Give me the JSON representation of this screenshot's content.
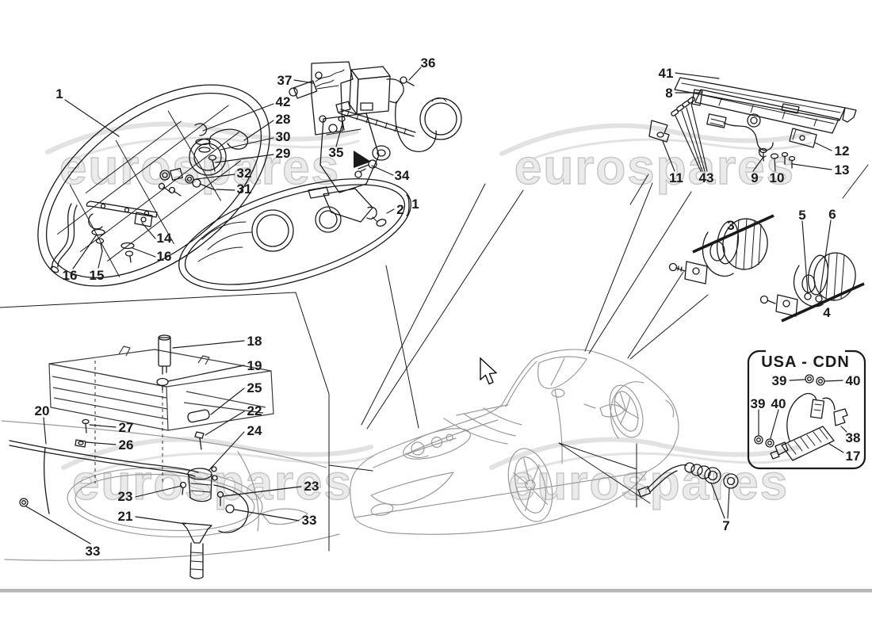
{
  "watermark": {
    "text": "eurospares"
  },
  "usa_cdn": {
    "title": "USA - CDN"
  },
  "colors": {
    "ink": "#1a1a1a",
    "ctx": "#9a9a9a",
    "wmfill": "#ebebeb",
    "wmstroke": "#c8c8c8",
    "wmline": "#e2e2e2",
    "divider": "#b6b6b6"
  },
  "callouts": [
    "1",
    "42",
    "28",
    "30",
    "29",
    "32",
    "31",
    "14",
    "16",
    "16",
    "15",
    "37",
    "36",
    "35",
    "34",
    "2",
    "1",
    "41",
    "8",
    "11",
    "43",
    "9",
    "10",
    "12",
    "13",
    "3",
    "5",
    "6",
    "4",
    "39",
    "40",
    "39",
    "40",
    "38",
    "17",
    "7",
    "18",
    "19",
    "25",
    "22",
    "24",
    "20",
    "27",
    "26",
    "23",
    "21",
    "33",
    "23",
    "33"
  ]
}
